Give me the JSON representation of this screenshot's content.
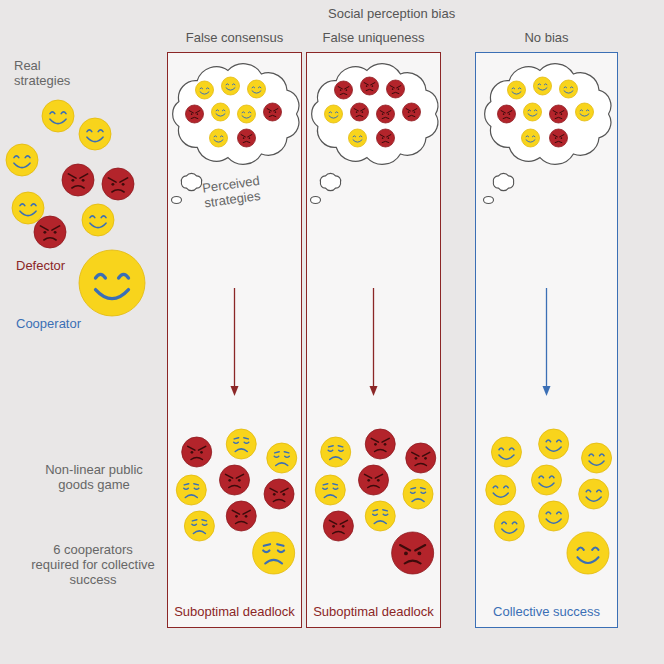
{
  "diagram": {
    "title": "Social perception bias",
    "nodes": [
      {
        "text": [
          "False consensus",
          "Suboptimal deadlock"
        ]
      },
      {
        "text": [
          "False uniqueness",
          "Suboptimal deadlock"
        ]
      },
      {
        "text": [
          "No bias",
          "Collective success"
        ]
      }
    ],
    "labels": [
      "Real strategies",
      "Defector",
      "Cooperator",
      "Perceived strategies",
      "Non-linear public goods game",
      "6 cooperators required for collective success"
    ]
  }
}
